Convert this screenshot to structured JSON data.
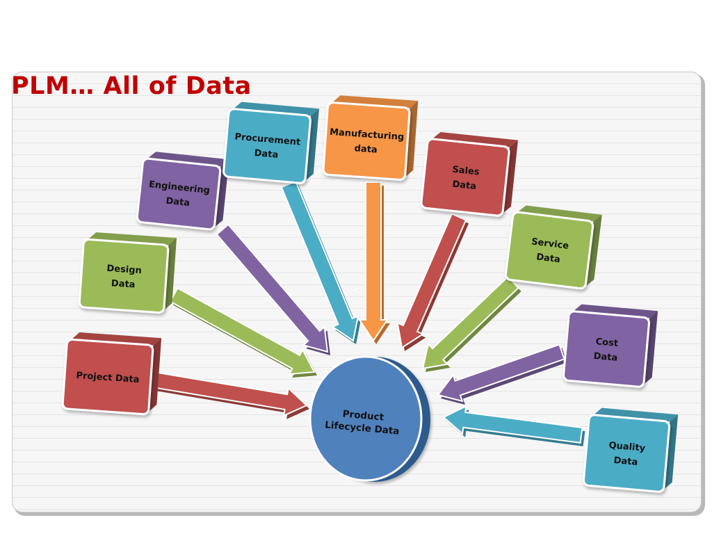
{
  "slide": {
    "title": "PLM… All of Data"
  },
  "hub": {
    "label_lines": [
      "Product",
      "Lifecycle Data"
    ],
    "color": "#4f81bd"
  },
  "stray_glyph": "<",
  "sources": [
    {
      "id": "project-data",
      "label_lines": [
        "Project Data"
      ],
      "color": "#c0504d",
      "icon": "arrow-right-icon"
    },
    {
      "id": "design-data",
      "label_lines": [
        "Design",
        "Data"
      ],
      "color": "#9bbb59",
      "icon": "arrow-down-right-icon"
    },
    {
      "id": "engineering-data",
      "label_lines": [
        "Engineering",
        "Data"
      ],
      "color": "#8064a2",
      "icon": "arrow-down-right-icon"
    },
    {
      "id": "procurement-data",
      "label_lines": [
        "Procurement",
        "Data"
      ],
      "color": "#4bacc6",
      "icon": "arrow-down-icon"
    },
    {
      "id": "manufacturing-data",
      "label_lines": [
        "Manufacturing",
        "data"
      ],
      "color": "#f79646",
      "icon": "arrow-down-icon"
    },
    {
      "id": "sales-data",
      "label_lines": [
        "Sales",
        "Data"
      ],
      "color": "#c0504d",
      "icon": "arrow-down-left-icon"
    },
    {
      "id": "service-data",
      "label_lines": [
        "Service",
        "Data"
      ],
      "color": "#9bbb59",
      "icon": "arrow-down-left-icon"
    },
    {
      "id": "cost-data",
      "label_lines": [
        "Cost",
        "Data"
      ],
      "color": "#8064a2",
      "icon": "arrow-left-icon"
    },
    {
      "id": "quality-data",
      "label_lines": [
        "Quality",
        "Data"
      ],
      "color": "#4bacc6",
      "icon": "arrow-left-icon"
    }
  ]
}
